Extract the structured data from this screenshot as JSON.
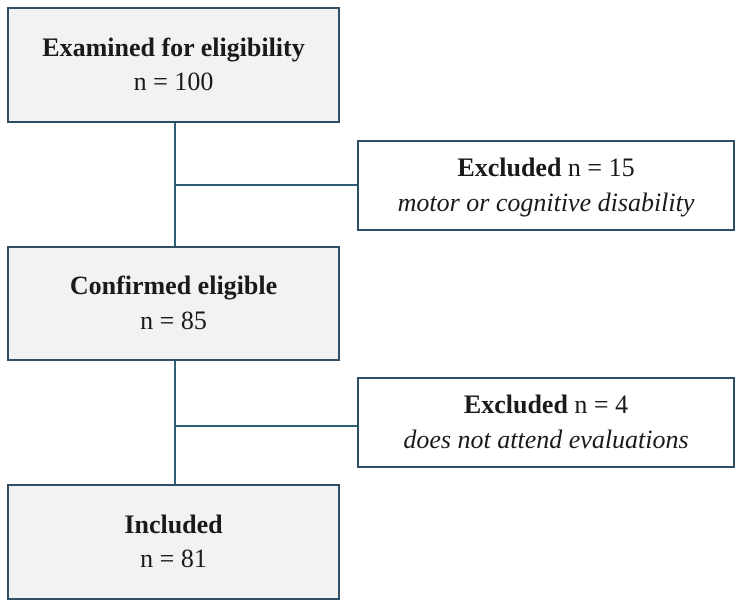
{
  "boxes": {
    "examined": {
      "title": "Examined for eligibility",
      "count": "n = 100"
    },
    "excluded_1": {
      "title": "Excluded",
      "count": "n = 15",
      "reason": "motor or cognitive disability"
    },
    "confirmed": {
      "title": "Confirmed eligible",
      "count": "n = 85"
    },
    "excluded_2": {
      "title": "Excluded",
      "count": "n = 4",
      "reason": "does not attend evaluations"
    },
    "included": {
      "title": "Included",
      "count": "n = 81"
    }
  },
  "colors": {
    "box_border": "#2f4f64",
    "connector": "#2f5f78",
    "main_fill": "#f2f2f2",
    "side_fill": "#ffffff"
  }
}
